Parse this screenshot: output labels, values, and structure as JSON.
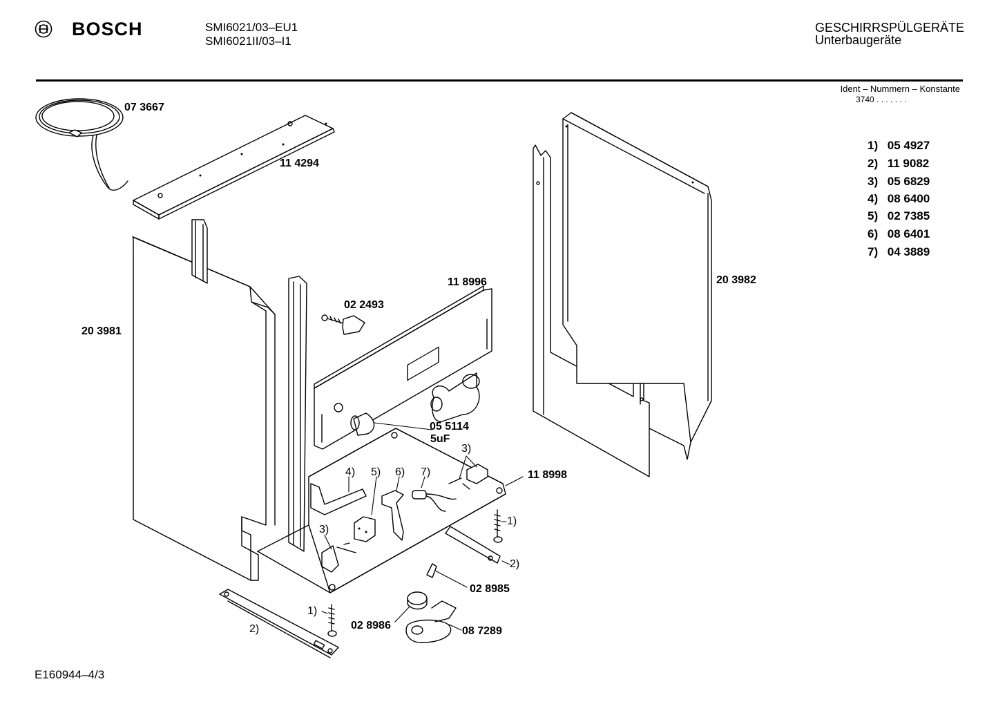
{
  "header": {
    "brand": "BOSCH",
    "models": [
      "SMI6021/03–EU1",
      "SMI6021II/03–I1"
    ],
    "category_title": "GESCHIRRSPÜLGERÄTE",
    "category_subtitle": "Unterbaugeräte"
  },
  "ident": {
    "label": "Ident – Nummern – Konstante",
    "value": "3740 . . . . . . ."
  },
  "legend": [
    {
      "num": "1)",
      "code": "05 4927"
    },
    {
      "num": "2)",
      "code": "11 9082"
    },
    {
      "num": "3)",
      "code": "05 6829"
    },
    {
      "num": "4)",
      "code": "08 6400"
    },
    {
      "num": "5)",
      "code": "02 7385"
    },
    {
      "num": "6)",
      "code": "08 6401"
    },
    {
      "num": "7)",
      "code": "04 3889"
    }
  ],
  "parts": {
    "cable": "07 3667",
    "top_rail": "11 4294",
    "left_panel": "20 3981",
    "right_panel": "20 3982",
    "bracket": "11 8996",
    "screw": "02 2493",
    "capacitor": "05 5114",
    "capacitor_value": "5uF",
    "base": "11 8998",
    "switch": "02 8985",
    "float": "02 8986",
    "float_holder": "08 7289"
  },
  "callouts": {
    "c3a": "3)",
    "c4": "4)",
    "c5": "5)",
    "c6": "6)",
    "c7": "7)",
    "c1a": "1)",
    "c2a": "2)",
    "c3b": "3)",
    "c1b": "1)",
    "c2b": "2)"
  },
  "footer": {
    "drawing_id": "E160944–4/3"
  }
}
